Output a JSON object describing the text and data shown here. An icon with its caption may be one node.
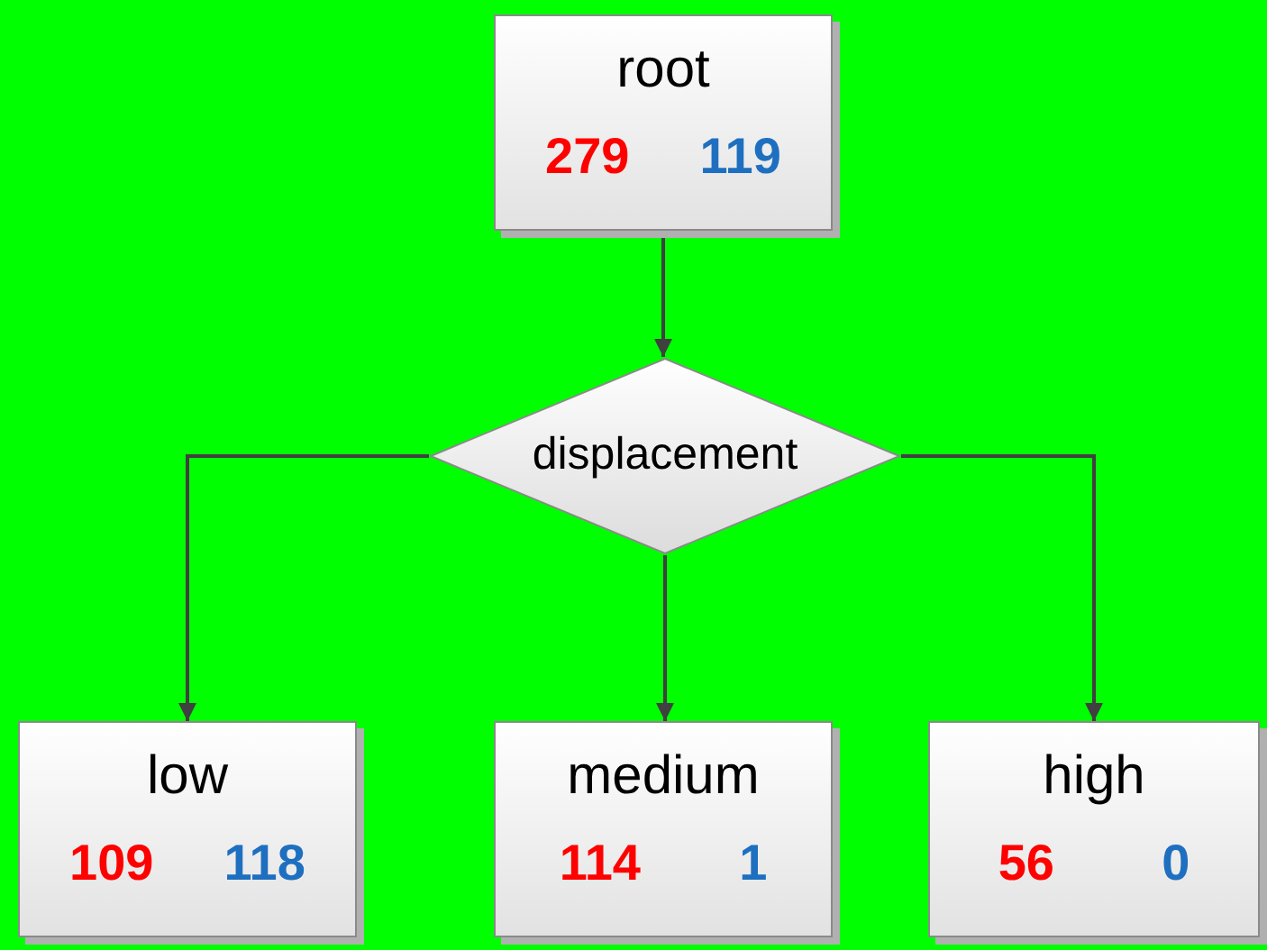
{
  "diagram": {
    "nodes": [
      {
        "text": [
          "root",
          "279",
          "119"
        ]
      },
      {
        "text": [
          "displacement"
        ]
      },
      {
        "text": [
          "low",
          "109",
          "118"
        ]
      },
      {
        "text": [
          "medium",
          "114",
          "1"
        ]
      },
      {
        "text": [
          "high",
          "56",
          "0"
        ]
      }
    ],
    "edges": [
      {
        "from": 0,
        "to": 1,
        "arrow": "to"
      },
      {
        "from": 1,
        "to": 2,
        "arrow": "to"
      },
      {
        "from": 1,
        "to": 3,
        "arrow": "to"
      },
      {
        "from": 1,
        "to": 4,
        "arrow": "to"
      }
    ]
  }
}
